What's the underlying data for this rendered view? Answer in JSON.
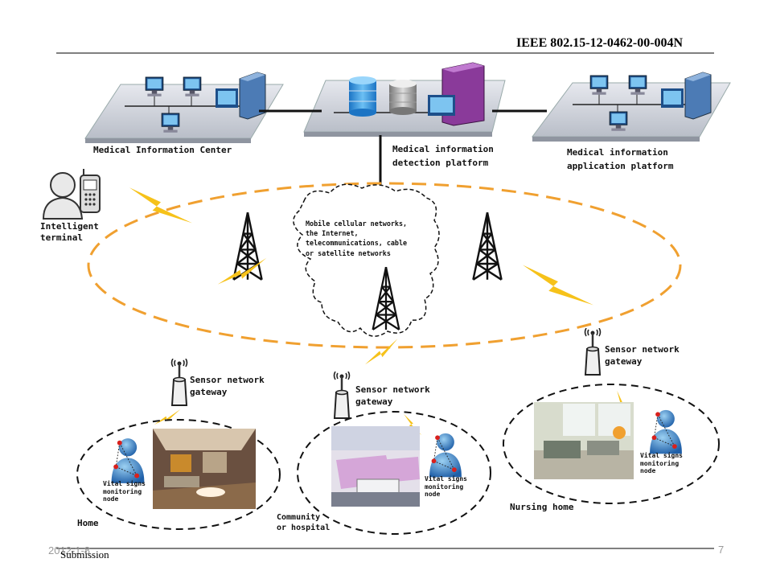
{
  "header": {
    "doc_id": "IEEE 802.15-12-0462-00-004N"
  },
  "platforms": {
    "medical_information_center": "Medical Information Center",
    "detection_platform": "Medical information\ndetection platform",
    "application_platform": "Medical information\napplication platform"
  },
  "intelligent_terminal": "Intelligent\nterminal",
  "cloud_networks": "Mobile cellular networks,\nthe Internet,\ntelecommunications, cable\nor satellite networks",
  "gateways": {
    "home": "Sensor network\ngateway",
    "hospital": "Sensor network\ngateway",
    "nursing": "Sensor network\ngateway"
  },
  "nodes": {
    "home": "Vital signs\nmonitoring\nnode",
    "hospital": "Vital signs\nmonitoring\nnode",
    "nursing": "Vital signs\nmonitoring\nnode"
  },
  "locations": {
    "home": "Home",
    "hospital": "Community\nor hospital",
    "nursing": "Nursing home"
  },
  "footer": {
    "date": "2012-1-8",
    "submission": "Submission",
    "page_number": "7"
  },
  "colors": {
    "ring": "#f0a030",
    "lightning": "#f5c518",
    "platform": "#c8ccd4",
    "server_purple": "#8a3a9a"
  }
}
